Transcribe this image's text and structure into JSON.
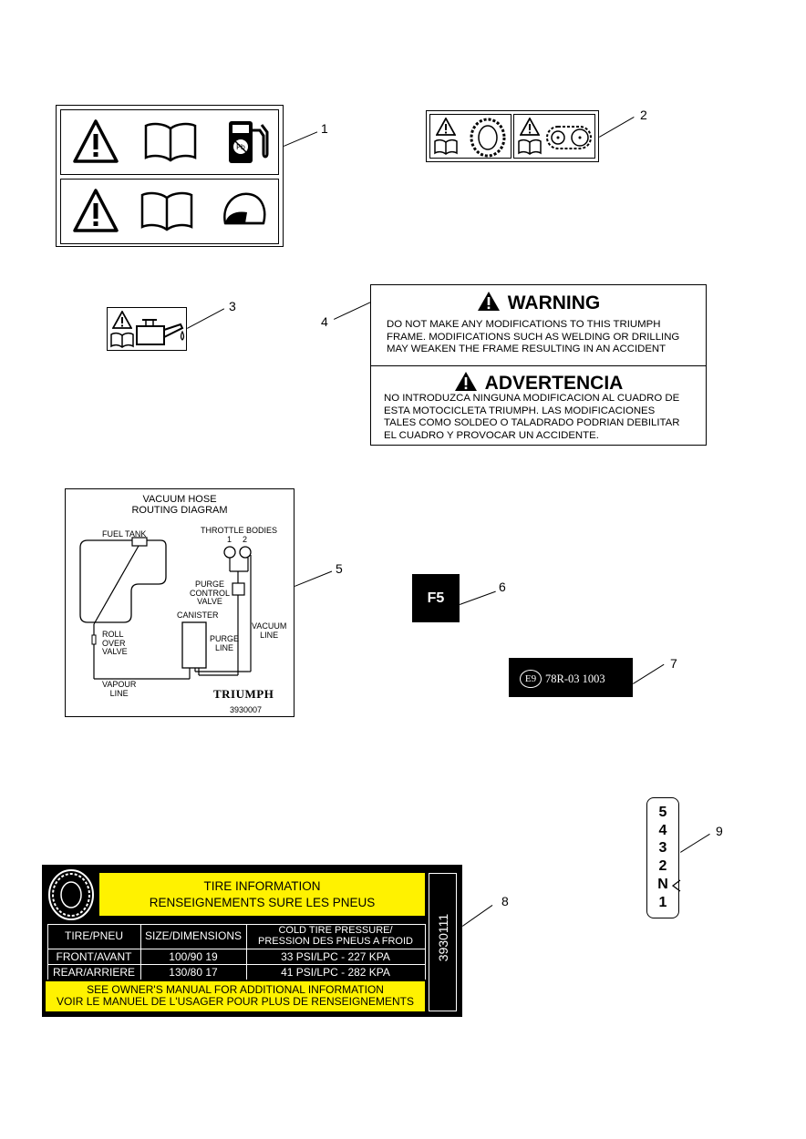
{
  "callouts": [
    "1",
    "2",
    "3",
    "4",
    "5",
    "6",
    "7",
    "8",
    "9"
  ],
  "label4": {
    "warning": {
      "title": "WARNING",
      "lines": [
        "DO  NOT MAKE ANY MODIFICATIONS TO THIS TRIUMPH",
        "FRAME.  MODIFICATIONS SUCH AS WELDING OR DRILLING",
        "MAY WEAKEN THE FRAME RESULTING IN AN ACCIDENT"
      ]
    },
    "advertencia": {
      "title": "ADVERTENCIA",
      "lines": [
        "NO INTRODUZCA NINGUNA MODIFICACION AL CUADRO DE",
        "ESTA MOTOCICLETA TRIUMPH.  LAS MODIFICACIONES",
        "TALES COMO SOLDEO O TALADRADO PODRIAN DEBILITAR",
        "EL CUADRO Y PROVOCAR UN ACCIDENTE."
      ]
    }
  },
  "label5": {
    "title_line1": "VACUUM HOSE",
    "title_line2": "ROUTING DIAGRAM",
    "fuel_tank": "FUEL TANK",
    "throttle_bodies": "THROTTLE BODIES",
    "tb1": "1",
    "tb2": "2",
    "purge_control_valve": [
      "PURGE",
      "CONTROL",
      "VALVE"
    ],
    "canister": "CANISTER",
    "vacuum_line": [
      "VACUUM",
      "LINE"
    ],
    "purge_line": [
      "PURGE",
      "LINE"
    ],
    "roll_over_valve": [
      "ROLL",
      "OVER",
      "VALVE"
    ],
    "vapour_line": [
      "VAPOUR",
      "LINE"
    ],
    "logo": "TRIUMPH",
    "part_number": "3930007"
  },
  "label6": {
    "text": "F5"
  },
  "label7": {
    "mark": "E9",
    "number": "78R-03 1003"
  },
  "label8": {
    "title_line1": "TIRE INFORMATION",
    "title_line2": "RENSEIGNEMENTS SURE LES PNEUS",
    "headers": [
      "TIRE/PNEU",
      "SIZE/DIMENSIONS",
      "COLD TIRE PRESSURE/",
      "PRESSION DES PNEUS A FROID"
    ],
    "rows": [
      [
        "FRONT/AVANT",
        "100/90 19",
        "33 PSI/LPC - 227 KPA"
      ],
      [
        "REAR/ARRIERE",
        "130/80 17",
        "41 PSI/LPC - 282 KPA"
      ]
    ],
    "footer_line1": "SEE OWNER'S MANUAL FOR ADDITIONAL INFORMATION",
    "footer_line2": "VOIR LE MANUEL DE L'USAGER POUR PLUS DE RENSEIGNEMENTS",
    "part_number": "3930111"
  },
  "label9": {
    "gears": [
      "5",
      "4",
      "3",
      "2",
      "N",
      "1"
    ]
  },
  "icons": {
    "label1_row1": [
      "warning-triangle-icon",
      "manual-book-icon",
      "fuel-pump-icon"
    ],
    "label1_row2": [
      "warning-triangle-icon",
      "manual-book-icon",
      "helmet-icon"
    ],
    "label2": [
      "warning-triangle-icon",
      "manual-book-icon",
      "tire-icon",
      "chain-icon"
    ],
    "label3": [
      "warning-triangle-icon",
      "manual-book-icon",
      "oil-can-icon"
    ],
    "label8": [
      "tire-icon"
    ]
  },
  "colors": {
    "label8_highlight": "#fff200"
  }
}
